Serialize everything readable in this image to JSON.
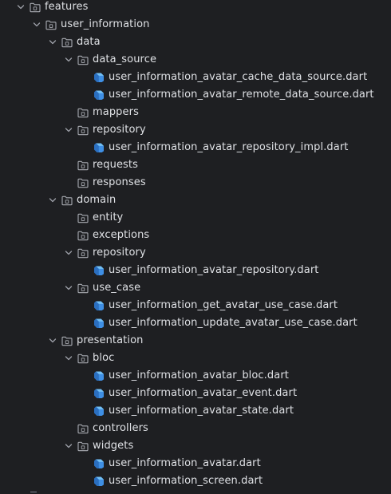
{
  "colors": {
    "background": "#1e1f22",
    "text": "#dfe1e5",
    "chevron": "#9da0a8",
    "folder_stroke": "#a9acb3",
    "dart_blue": "#3f8fe4",
    "dart_light": "#74c0f5"
  },
  "icons": {
    "expanded": "chevron-down-icon",
    "folder": "folder-icon",
    "dart": "dart-file-icon"
  },
  "tree": [
    {
      "label": "features",
      "depth": 0,
      "type": "folder",
      "expanded": true
    },
    {
      "label": "user_information",
      "depth": 1,
      "type": "folder",
      "expanded": true
    },
    {
      "label": "data",
      "depth": 2,
      "type": "folder",
      "expanded": true
    },
    {
      "label": "data_source",
      "depth": 3,
      "type": "folder",
      "expanded": true
    },
    {
      "label": "user_information_avatar_cache_data_source.dart",
      "depth": 4,
      "type": "dart"
    },
    {
      "label": "user_information_avatar_remote_data_source.dart",
      "depth": 4,
      "type": "dart"
    },
    {
      "label": "mappers",
      "depth": 3,
      "type": "folder",
      "expanded": false
    },
    {
      "label": "repository",
      "depth": 3,
      "type": "folder",
      "expanded": true
    },
    {
      "label": "user_information_avatar_repository_impl.dart",
      "depth": 4,
      "type": "dart"
    },
    {
      "label": "requests",
      "depth": 3,
      "type": "folder",
      "expanded": false
    },
    {
      "label": "responses",
      "depth": 3,
      "type": "folder",
      "expanded": false
    },
    {
      "label": "domain",
      "depth": 2,
      "type": "folder",
      "expanded": true
    },
    {
      "label": "entity",
      "depth": 3,
      "type": "folder",
      "expanded": false
    },
    {
      "label": "exceptions",
      "depth": 3,
      "type": "folder",
      "expanded": false
    },
    {
      "label": "repository",
      "depth": 3,
      "type": "folder",
      "expanded": true
    },
    {
      "label": "user_information_avatar_repository.dart",
      "depth": 4,
      "type": "dart"
    },
    {
      "label": "use_case",
      "depth": 3,
      "type": "folder",
      "expanded": true
    },
    {
      "label": "user_information_get_avatar_use_case.dart",
      "depth": 4,
      "type": "dart"
    },
    {
      "label": "user_information_update_avatar_use_case.dart",
      "depth": 4,
      "type": "dart"
    },
    {
      "label": "presentation",
      "depth": 2,
      "type": "folder",
      "expanded": true
    },
    {
      "label": "bloc",
      "depth": 3,
      "type": "folder",
      "expanded": true
    },
    {
      "label": "user_information_avatar_bloc.dart",
      "depth": 4,
      "type": "dart"
    },
    {
      "label": "user_information_avatar_event.dart",
      "depth": 4,
      "type": "dart"
    },
    {
      "label": "user_information_avatar_state.dart",
      "depth": 4,
      "type": "dart"
    },
    {
      "label": "controllers",
      "depth": 3,
      "type": "folder",
      "expanded": false
    },
    {
      "label": "widgets",
      "depth": 3,
      "type": "folder",
      "expanded": true
    },
    {
      "label": "user_information_avatar.dart",
      "depth": 4,
      "type": "dart"
    },
    {
      "label": "user_information_screen.dart",
      "depth": 4,
      "type": "dart"
    }
  ]
}
